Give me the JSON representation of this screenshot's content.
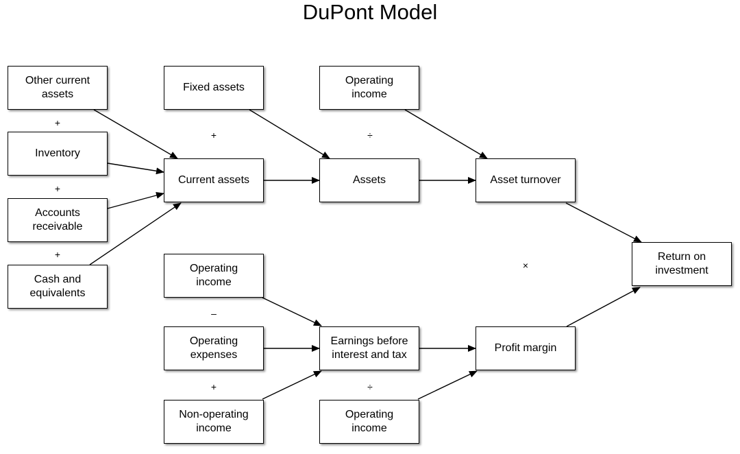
{
  "title": "DuPont Model",
  "nodes": {
    "other_current_assets": "Other current\nassets",
    "inventory": "Inventory",
    "accounts_receivable": "Accounts\nreceivable",
    "cash_and_equivalents": "Cash and\nequivalents",
    "fixed_assets": "Fixed assets",
    "current_assets": "Current assets",
    "operating_income_top": "Operating\nincome",
    "assets": "Assets",
    "asset_turnover": "Asset turnover",
    "return_on_investment": "Return on\ninvestment",
    "operating_income_mid": "Operating\nincome",
    "operating_expenses": "Operating\nexpenses",
    "non_operating_income": "Non-operating\nincome",
    "ebit": "Earnings before\ninterest and tax",
    "operating_income_bottom": "Operating\nincome",
    "profit_margin": "Profit margin"
  },
  "operators": {
    "plus_1": "+",
    "plus_2": "+",
    "plus_3": "+",
    "plus_4": "+",
    "divide_top": "÷",
    "minus": "–",
    "plus_5": "+",
    "divide_bottom": "÷",
    "times": "×"
  }
}
